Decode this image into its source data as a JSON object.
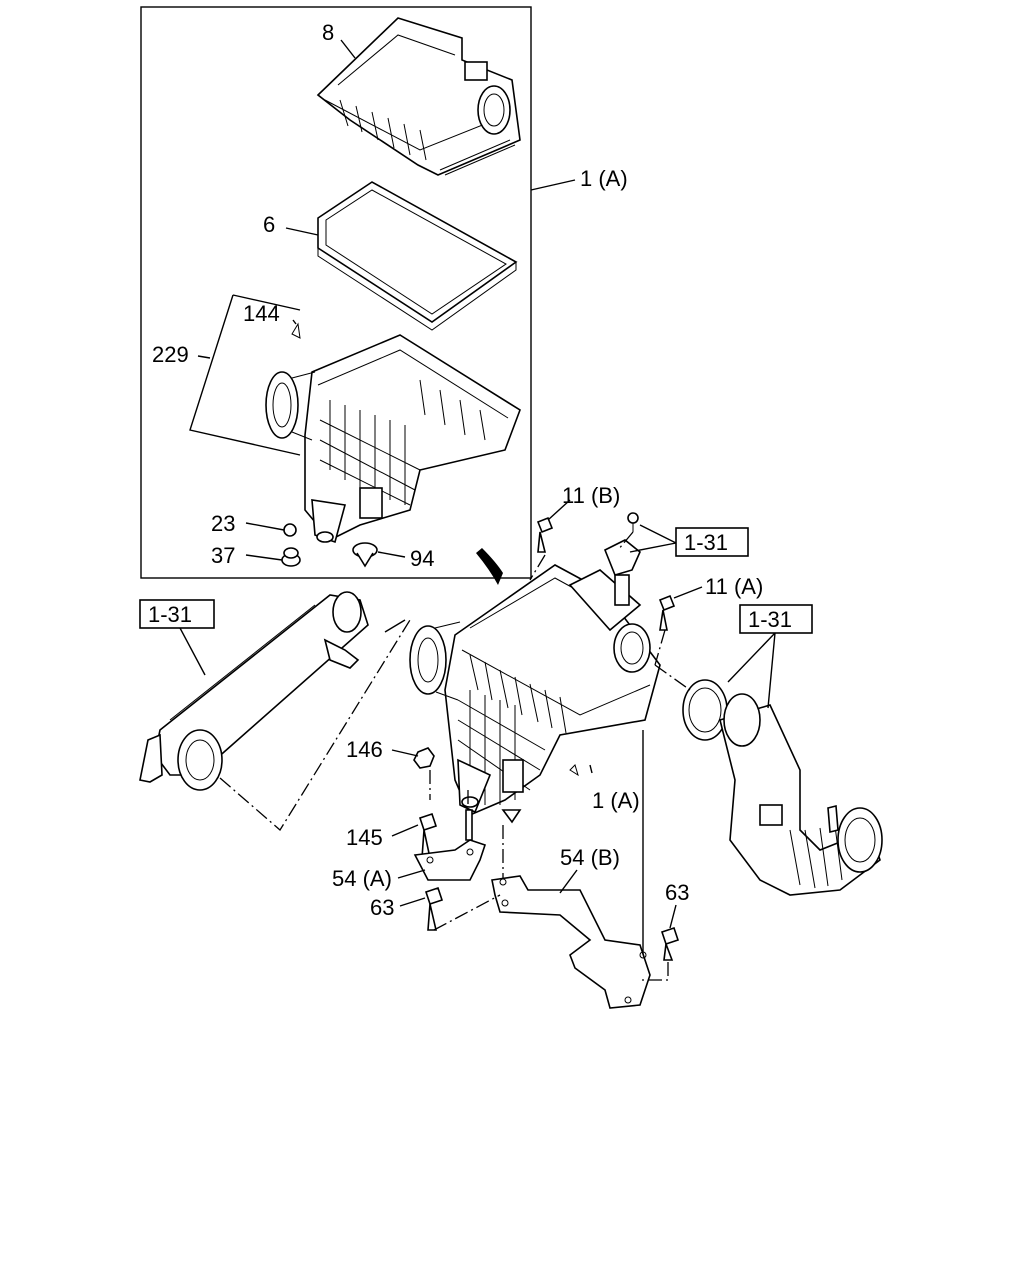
{
  "labels": {
    "p8": "8",
    "p6": "6",
    "p1a_top": "1 (A)",
    "p144": "144",
    "p229": "229",
    "p23": "23",
    "p37": "37",
    "p94": "94",
    "p11b": "11 (B)",
    "p11a": "11 (A)",
    "p146": "146",
    "p145": "145",
    "p54a": "54 (A)",
    "p54b": "54 (B)",
    "p63_left": "63",
    "p63_right": "63",
    "p1a_main": "1 (A)"
  },
  "refs": {
    "ref_left": "1-31",
    "ref_top": "1-31",
    "ref_right": "1-31"
  }
}
